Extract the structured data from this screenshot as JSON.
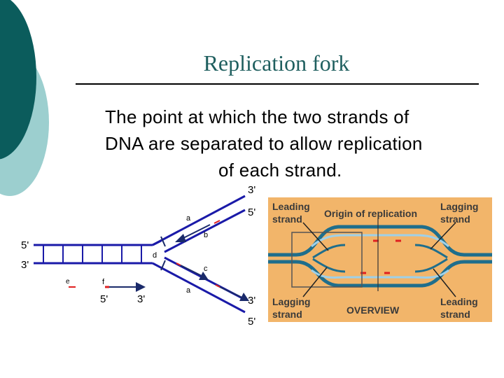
{
  "slide": {
    "title": "Replication fork",
    "body_lines": [
      "The point at which the two strands of",
      "DNA are separated to allow replication",
      "of each strand."
    ]
  },
  "fork_diagram": {
    "labels": {
      "top_3": "3'",
      "top_5": "5'",
      "left_5": "5'",
      "left_3": "3'",
      "bottom_3": "3'",
      "bottom_5": "5'",
      "primer_5": "5'",
      "primer_3": "3'",
      "a_top": "a",
      "b": "b",
      "c": "c",
      "d": "d",
      "a_bottom": "a",
      "e": "e",
      "f": "f"
    },
    "colors": {
      "strand": "#1a1aa8",
      "arrow": "#1a2a6a",
      "primer": "#e02020"
    }
  },
  "overview": {
    "leading_top": "Leading strand",
    "origin": "Origin of replication",
    "lagging_top": "Lagging strand",
    "lagging_bottom": "Lagging strand",
    "overview_label": "OVERVIEW",
    "leading_bottom": "Leading strand",
    "colors": {
      "background": "#f2b56a",
      "dna": "#1f6e8c",
      "new_strand": "#9fd0e8",
      "primer": "#e02020"
    }
  },
  "theme": {
    "title_color": "#1f5f5f",
    "deco_dark": "#0b5c5c",
    "deco_light": "#9ccfcf"
  }
}
